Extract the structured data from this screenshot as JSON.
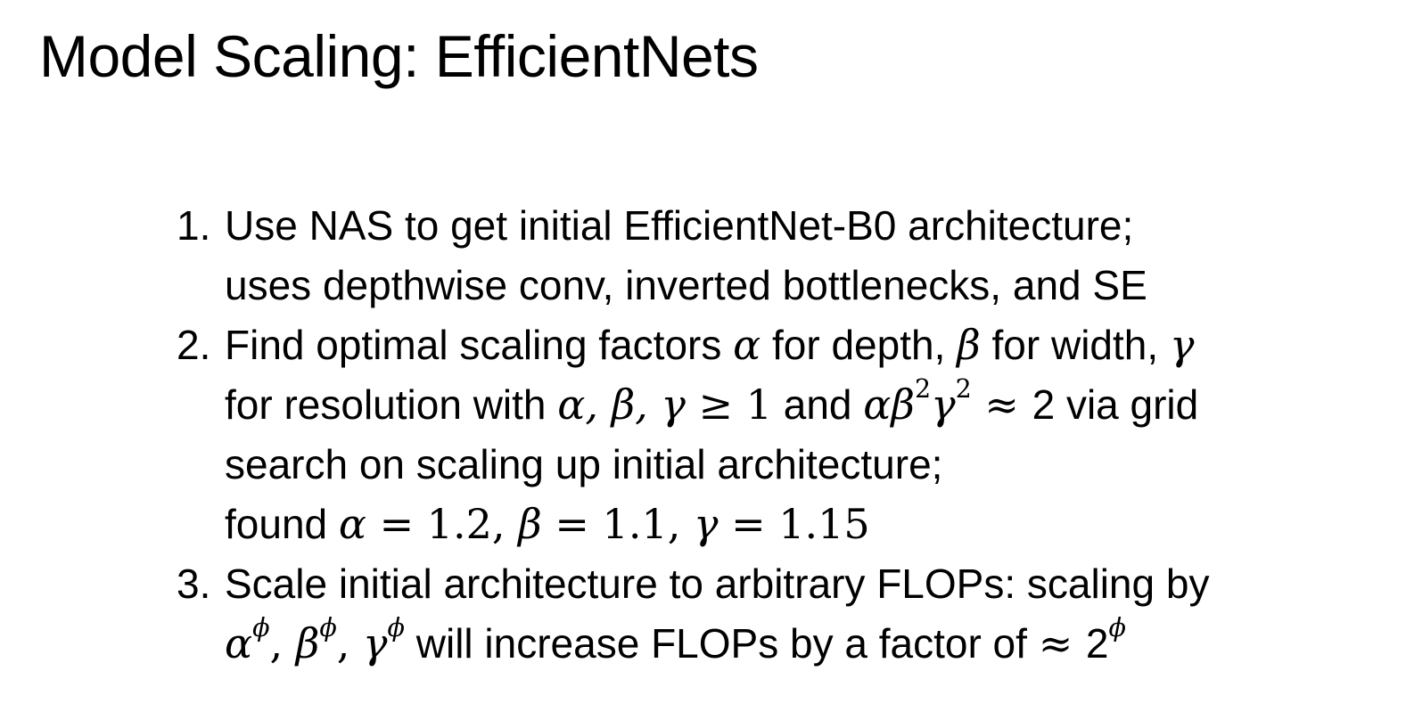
{
  "slide": {
    "title": "Model Scaling: EfficientNets",
    "items": [
      {
        "number": "1.",
        "line1": "Use NAS to get initial EfficientNet-B0 architecture;",
        "line2": "uses depthwise conv, inverted bottlenecks, and SE"
      },
      {
        "number": "2.",
        "line1_text_a": "Find optimal scaling factors ",
        "line1_alpha": "α",
        "line1_text_b": " for depth, ",
        "line1_beta": "β",
        "line1_text_c": " for width, ",
        "line1_gamma": "γ",
        "line2_text_a": "for resolution with ",
        "line2_vars": "α, β, γ",
        "line2_geq": " ≥ 1",
        "line2_text_b": " and ",
        "line2_expr_alpha": "αβ",
        "line2_expr_sq1": "2",
        "line2_expr_gamma": "γ",
        "line2_expr_sq2": "2",
        "line2_approx": " ≈ ",
        "line2_text_c": "2 via grid",
        "line3": "search on scaling up initial architecture;",
        "line4_text": "found ",
        "line4_alpha": "α",
        "line4_alpha_val": " = 1.2, ",
        "line4_beta": "β",
        "line4_beta_val": " = 1.1, ",
        "line4_gamma": "γ",
        "line4_gamma_val": " = 1.15"
      },
      {
        "number": "3.",
        "line1": "Scale initial architecture to arbitrary FLOPs: scaling by",
        "line2_alpha": "α",
        "line2_phi1": "ϕ",
        "line2_comma1": ", ",
        "line2_beta": "β",
        "line2_phi2": "ϕ",
        "line2_comma2": ", ",
        "line2_gamma": "γ",
        "line2_phi3": "ϕ",
        "line2_text": " will increase FLOPs by a factor of ",
        "line2_approx": "≈ ",
        "line2_two": "2",
        "line2_phi4": "ϕ"
      }
    ]
  }
}
